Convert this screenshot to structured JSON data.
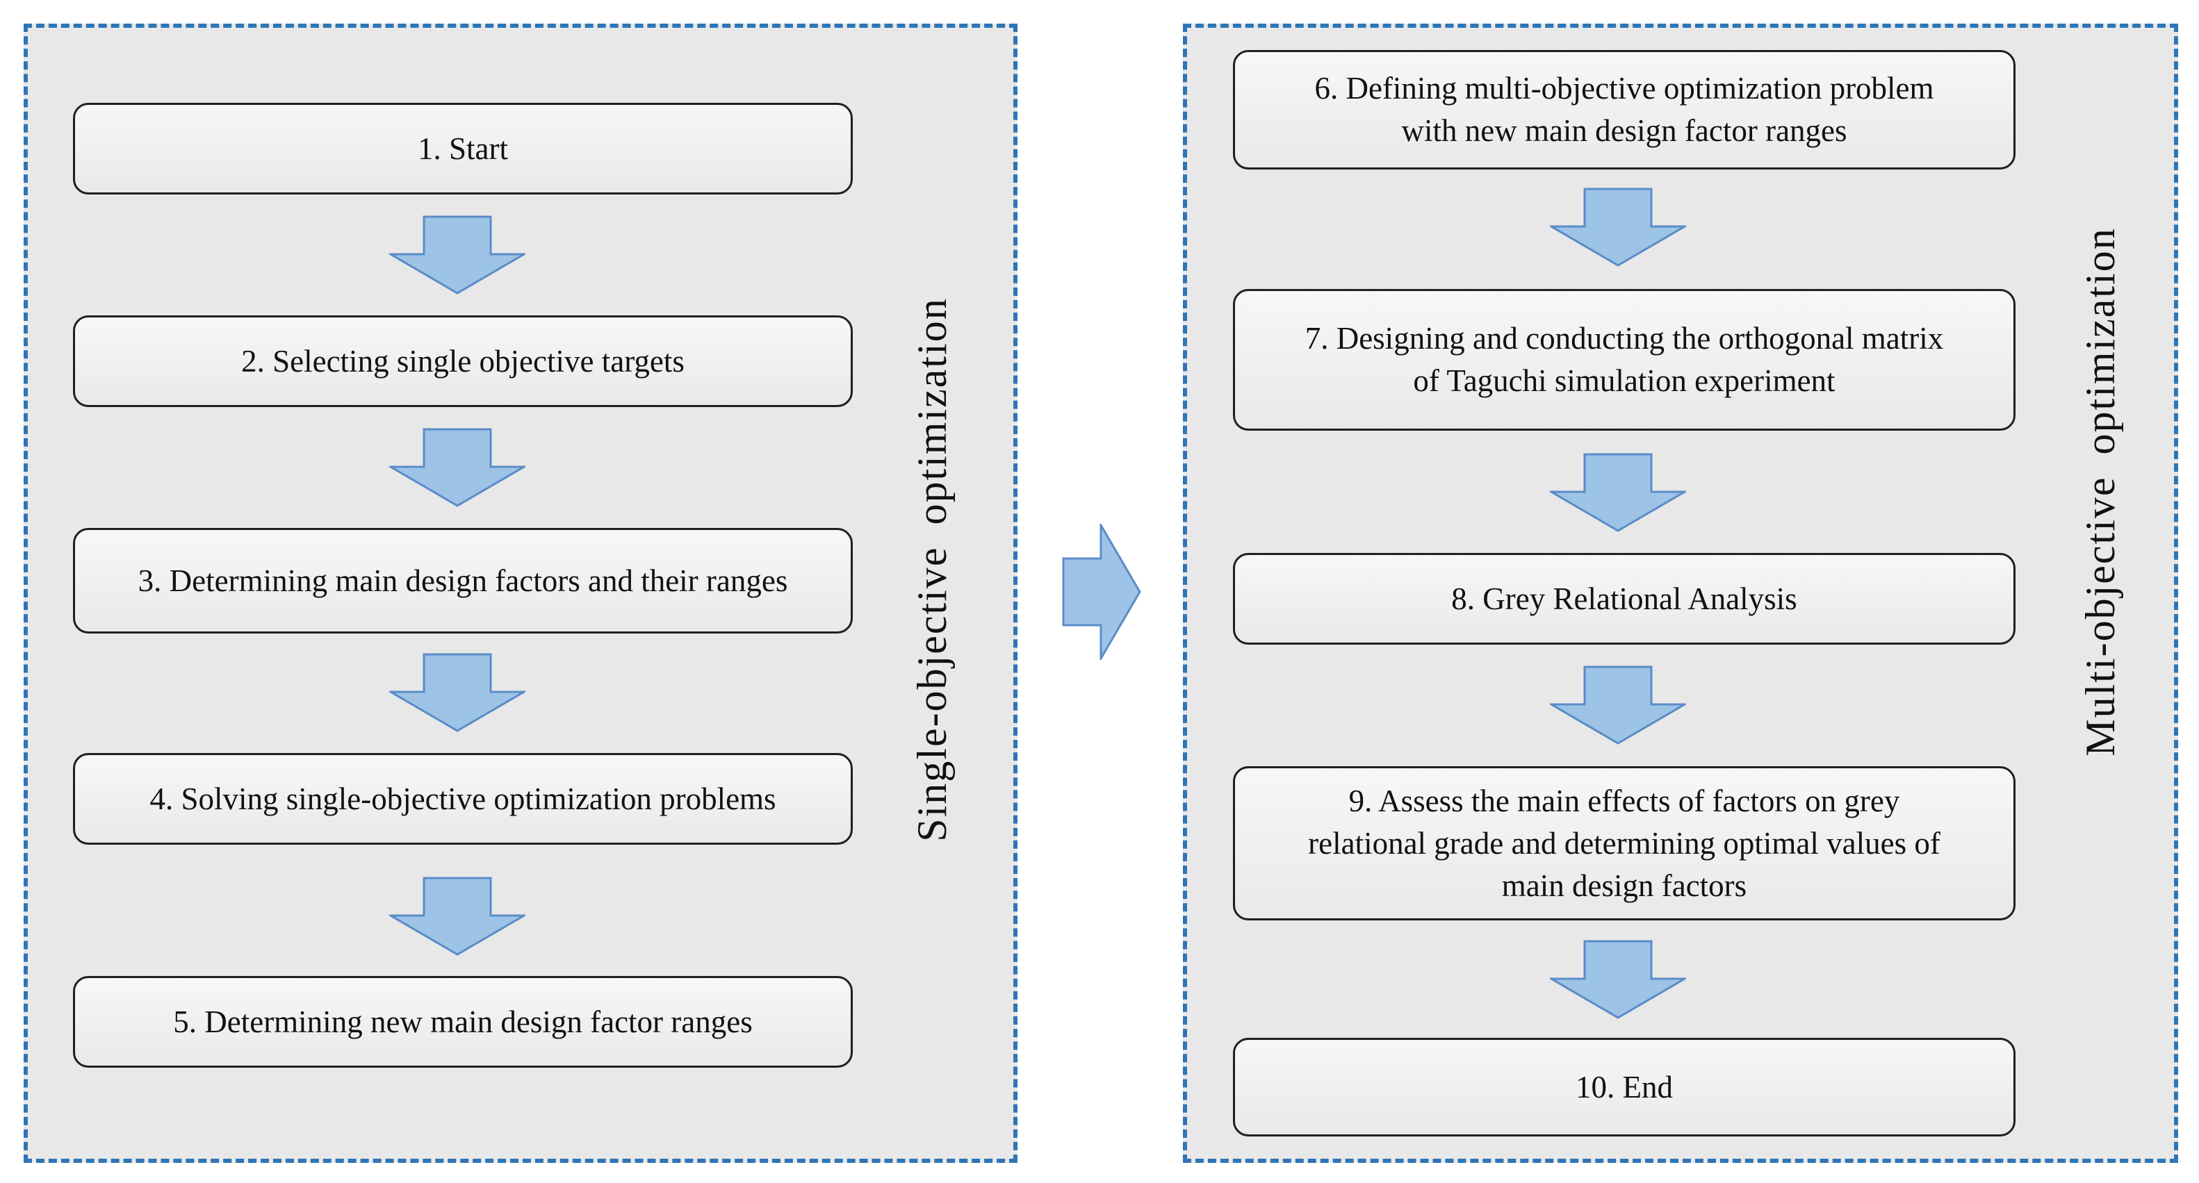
{
  "colors": {
    "panel_border": "#2e75b6",
    "panel_fill": "#e8e8e8",
    "arrow_fill": "#9dc3e6",
    "arrow_stroke": "#5b8cc8",
    "box_border": "#1f1f1f"
  },
  "single_objective": {
    "label": "Single-objective  optimization",
    "steps": [
      {
        "line1": "1. Start"
      },
      {
        "line1": "2. Selecting single objective targets"
      },
      {
        "line1": "3. Determining main design factors and their ranges"
      },
      {
        "line1": "4. Solving single-objective optimization problems"
      },
      {
        "line1": "5. Determining new main design factor ranges"
      }
    ]
  },
  "multi_objective": {
    "label": "Multi-objective  optimization",
    "steps": [
      {
        "line1": "6. Defining multi-objective optimization problem",
        "line2": "with new main design  factor ranges"
      },
      {
        "line1": "7. Designing and conducting the orthogonal matrix",
        "line2": "of Taguchi simulation experiment"
      },
      {
        "line1": "8. Grey Relational Analysis"
      },
      {
        "line1": "9. Assess the main effects of factors on grey",
        "line2": "relational grade and determining optimal values of",
        "line3": "main design factors"
      },
      {
        "line1": "10. End"
      }
    ]
  },
  "icons": {
    "down_arrow": "block-arrow-down-icon",
    "right_arrow": "block-arrow-right-icon"
  }
}
